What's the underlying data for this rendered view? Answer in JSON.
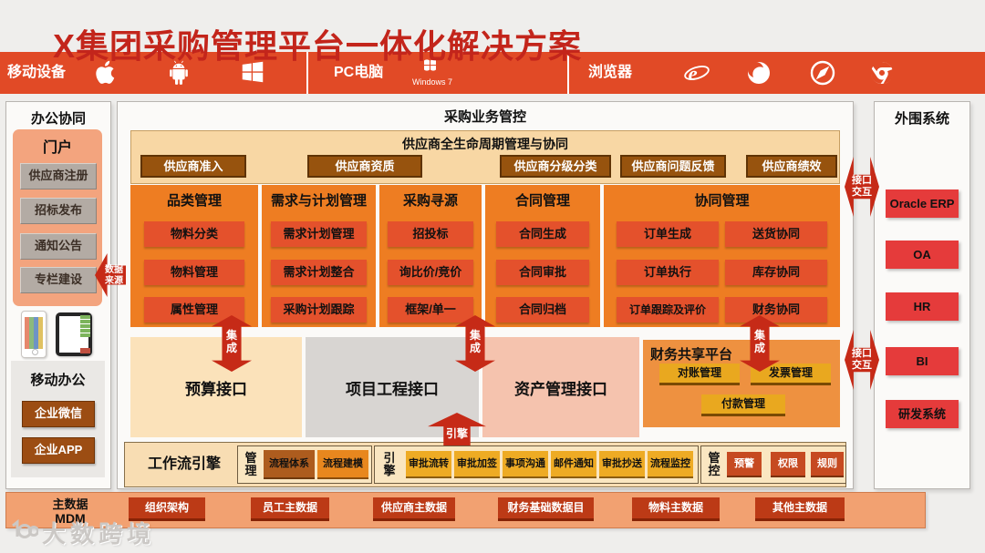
{
  "title": "X集团采购管理平台一体化解决方案",
  "top_bar": {
    "mobile_label": "移动设备",
    "pc_label": "PC电脑",
    "windows7_label": "Windows 7",
    "browser_label": "浏览器"
  },
  "left_sidebar": {
    "title": "办公协同",
    "portal": {
      "title": "门户",
      "items": [
        "供应商注册",
        "招标发布",
        "通知公告",
        "专栏建设"
      ]
    },
    "mobile_office": {
      "title": "移动办公",
      "items": [
        "企业微信",
        "企业APP"
      ]
    }
  },
  "arrows": {
    "data_source": "数据来源",
    "integration": "集成",
    "engine": "引擎",
    "interface_interaction": "接口交互"
  },
  "main": {
    "title": "采购业务管控",
    "lifecycle": {
      "title": "供应商全生命周期管理与协同",
      "items": [
        "供应商准入",
        "供应商资质",
        "供应商分级分类",
        "供应商问题反馈",
        "供应商绩效"
      ]
    },
    "columns": [
      {
        "title": "品类管理",
        "items": [
          "物料分类",
          "物料管理",
          "属性管理"
        ]
      },
      {
        "title": "需求与计划管理",
        "items": [
          "需求计划管理",
          "需求计划整合",
          "采购计划跟踪"
        ]
      },
      {
        "title": "采购寻源",
        "items": [
          "招投标",
          "询比价/竞价",
          "框架/单一"
        ]
      },
      {
        "title": "合同管理",
        "items": [
          "合同生成",
          "合同审批",
          "合同归档"
        ]
      },
      {
        "title": "协同管理",
        "left_items": [
          "订单生成",
          "订单执行",
          "订单跟踪及评价"
        ],
        "right_items": [
          "送货协同",
          "库存协同",
          "财务协同"
        ]
      }
    ],
    "interfaces": [
      "预算接口",
      "项目工程接口",
      "资产管理接口"
    ],
    "finance_platform": {
      "title": "财务共享平台",
      "items": [
        "对账管理",
        "发票管理",
        "付款管理"
      ]
    },
    "workflow": {
      "title": "工作流引擎",
      "groups": [
        {
          "label": "管理",
          "items": [
            "流程体系",
            "流程建模"
          ]
        },
        {
          "label": "引擎",
          "items": [
            "审批流转",
            "审批加签",
            "事项沟通",
            "邮件通知",
            "审批抄送",
            "流程监控"
          ]
        },
        {
          "label": "管控",
          "items": [
            "预警",
            "权限",
            "规则"
          ]
        }
      ]
    }
  },
  "mdm": {
    "title_line1": "主数据",
    "title_line2": "MDM",
    "items": [
      "组织架构",
      "员工主数据",
      "供应商主数据",
      "财务基础数据目",
      "物料主数据",
      "其他主数据"
    ]
  },
  "right_sidebar": {
    "title": "外围系统",
    "items": [
      "Oracle ERP",
      "OA",
      "HR",
      "BI",
      "研发系统"
    ]
  },
  "watermark": {
    "text": "大数跨境"
  },
  "colors": {
    "top_bar": "#e14a26",
    "title": "#c3251b",
    "arrow": "#c62a17",
    "column_bg": "#ee7d22",
    "column_button": "#e4512c",
    "lifecycle_bg": "#f8d7a4",
    "finance_bg": "#ee9140",
    "mdm_bg": "#f2a171",
    "external_button": "#e53b3b"
  }
}
